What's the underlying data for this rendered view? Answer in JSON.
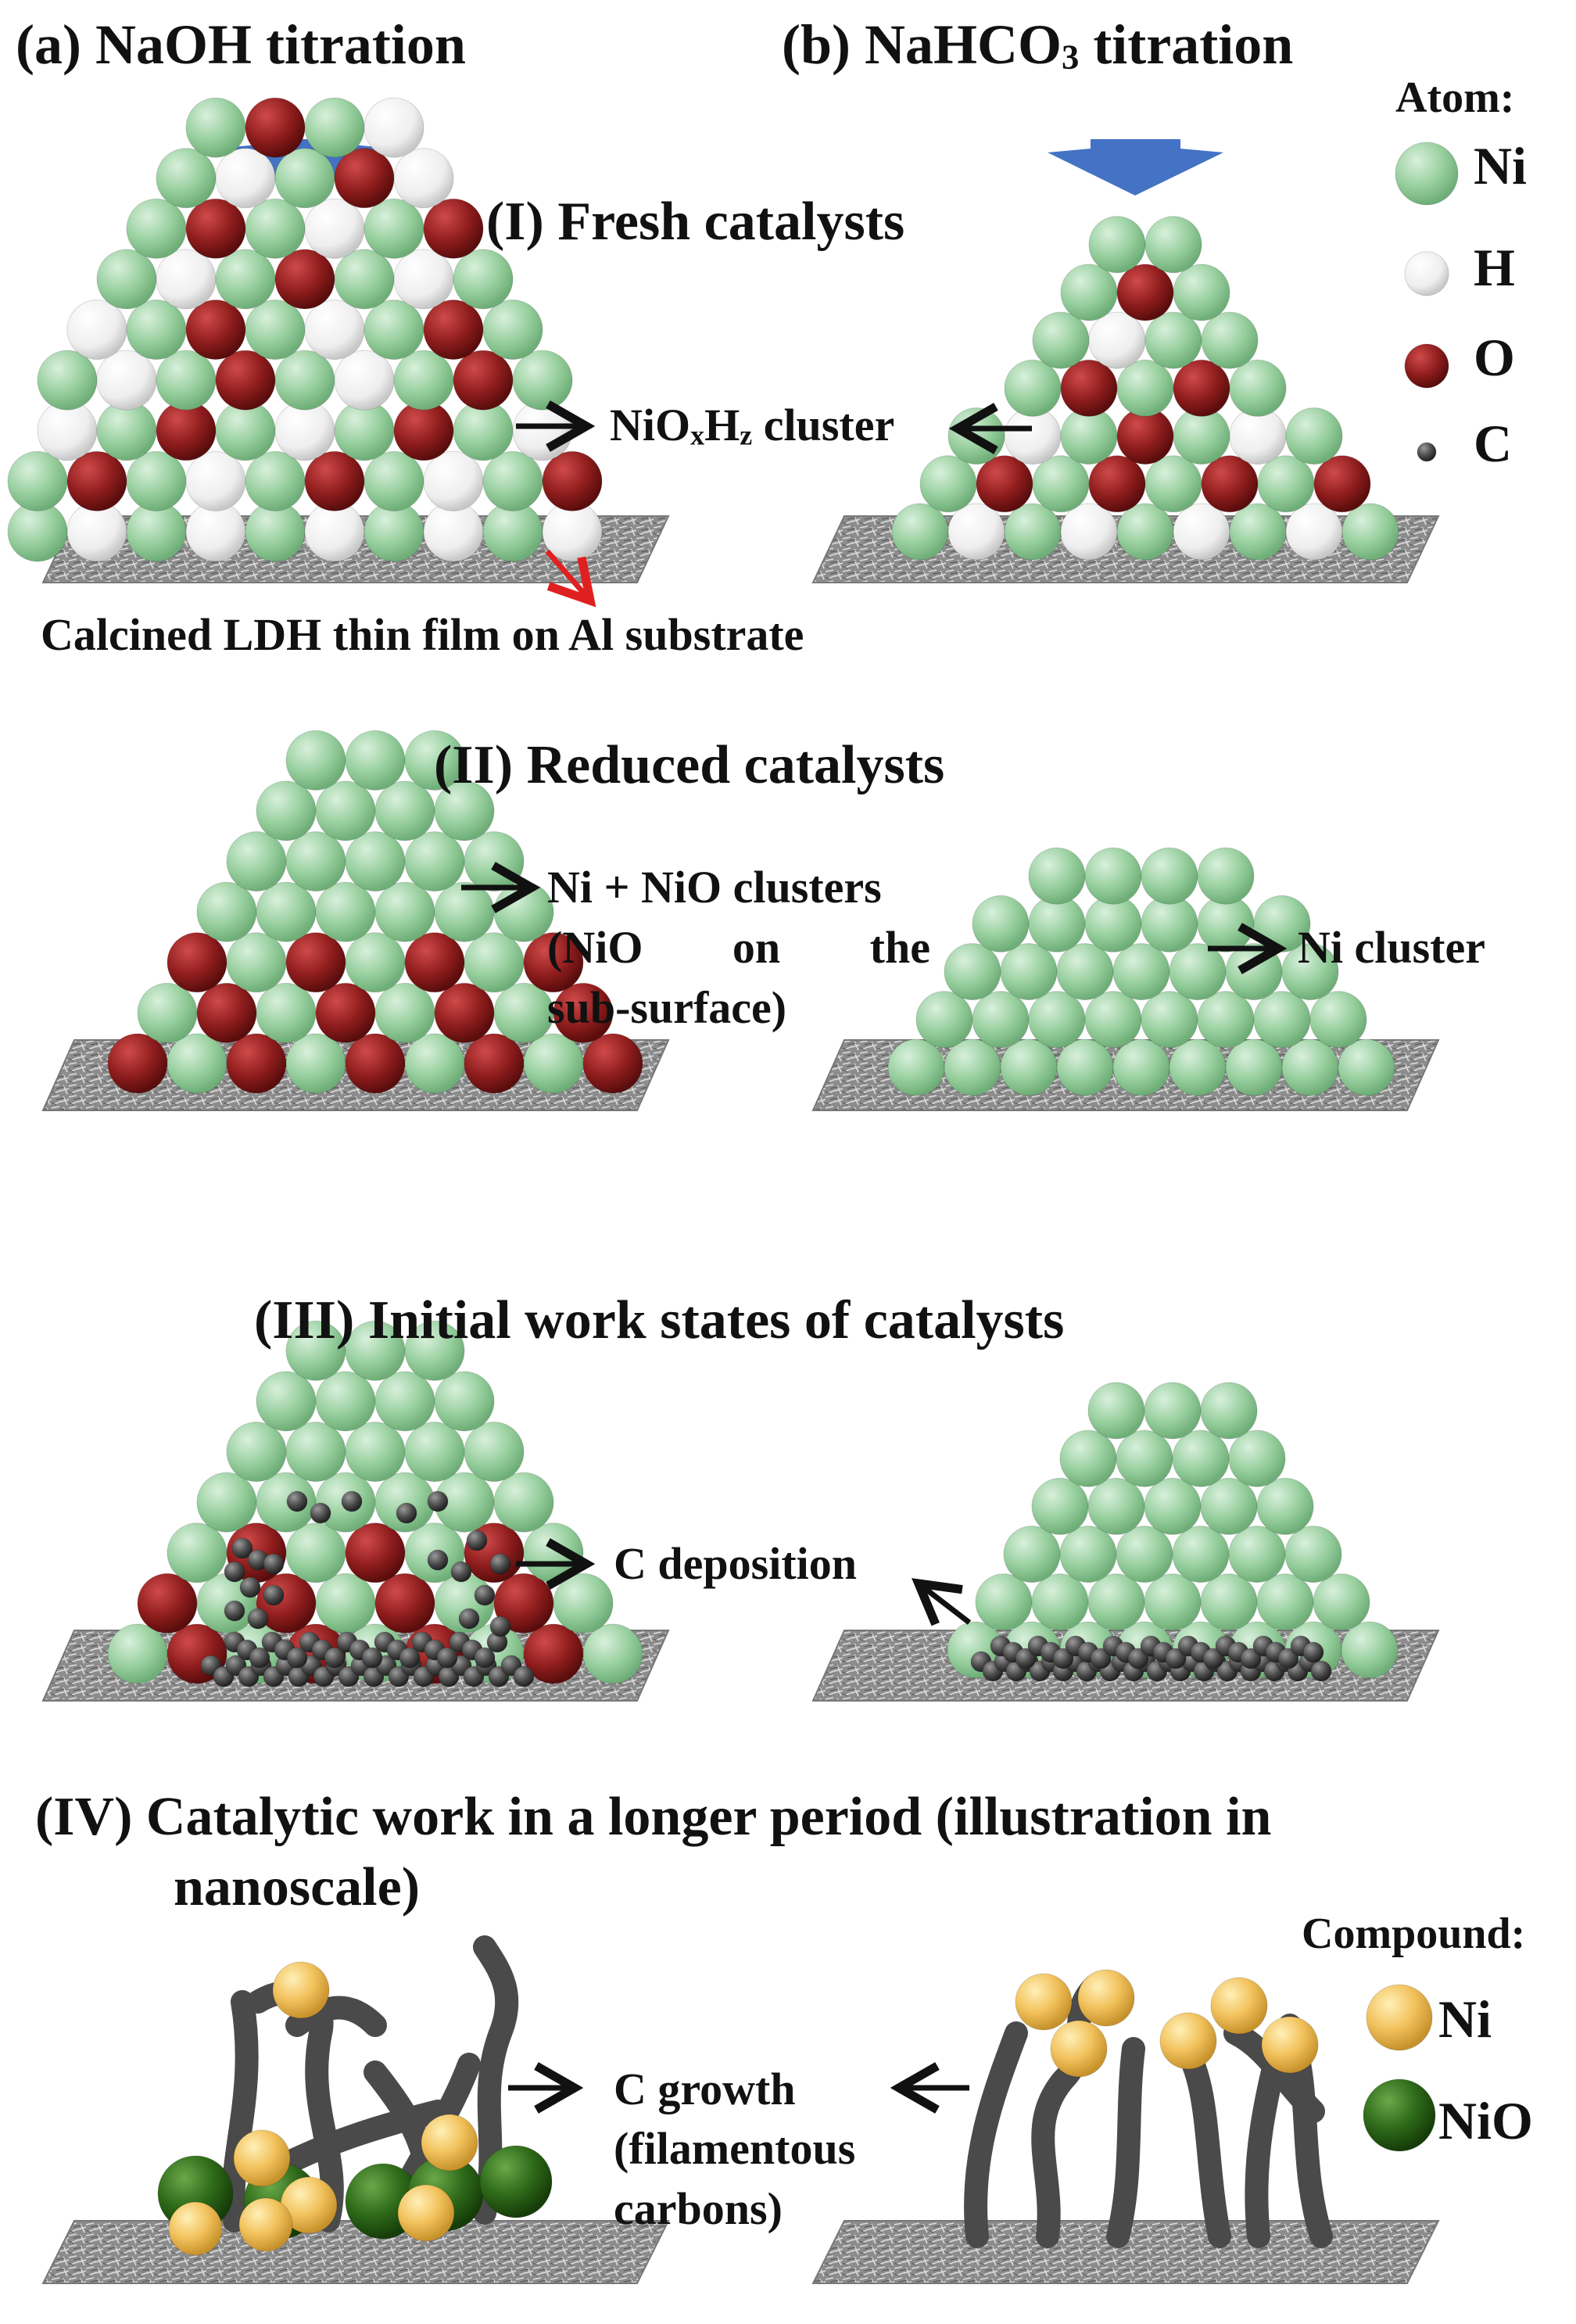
{
  "headers": {
    "a": "(a) NaOH titration",
    "b_prefix": "(b) NaHCO",
    "b_sub": "3",
    "b_suffix": " titration"
  },
  "sections": {
    "s1": "(I) Fresh catalysts",
    "s2": "(II) Reduced catalysts",
    "s3": "(III) Initial work states of catalysts",
    "s4_line1": "(IV) Catalytic work in a longer period (illustration in",
    "s4_line2": "nanoscale)"
  },
  "labels": {
    "cluster_1": "NiO",
    "cluster_1_sub_x": "x",
    "cluster_1_mid": "H",
    "cluster_1_sub_z": "z",
    "cluster_1_end": " cluster",
    "substrate": "Calcined LDH thin film on Al substrate",
    "ni_nio_line1": "Ni + NiO clusters",
    "ni_nio_line2_words": [
      "(NiO",
      "on",
      "the"
    ],
    "ni_nio_line3": "sub-surface)",
    "ni_cluster": "Ni cluster",
    "c_deposition": "C deposition",
    "c_growth_line1": "C growth",
    "c_growth_line2": "(filamentous",
    "c_growth_line3": "carbons)"
  },
  "legend_atom": {
    "title": "Atom:",
    "items": [
      {
        "label": "Ni",
        "color": "#97cf9e"
      },
      {
        "label": "H",
        "color": "#f4f4f4"
      },
      {
        "label": "O",
        "color": "#8f1d1d"
      },
      {
        "label": "C",
        "color": "#444444"
      }
    ]
  },
  "legend_compound": {
    "title": "Compound:",
    "items": [
      {
        "label": "Ni",
        "color": "#f2c25c"
      },
      {
        "label": "NiO",
        "color": "#2f6b1a"
      }
    ]
  },
  "colors": {
    "arrow_blue": "#4472c4",
    "substrate": "#8a8a8a",
    "ni": "#97cf9e",
    "h": "#f4f4f4",
    "o": "#8f1d1d",
    "c": "#444444",
    "filament": "#4a4a4a",
    "gold": "#f2c25c",
    "dark_green": "#2f6b1a",
    "red_arrow": "#e02020"
  }
}
